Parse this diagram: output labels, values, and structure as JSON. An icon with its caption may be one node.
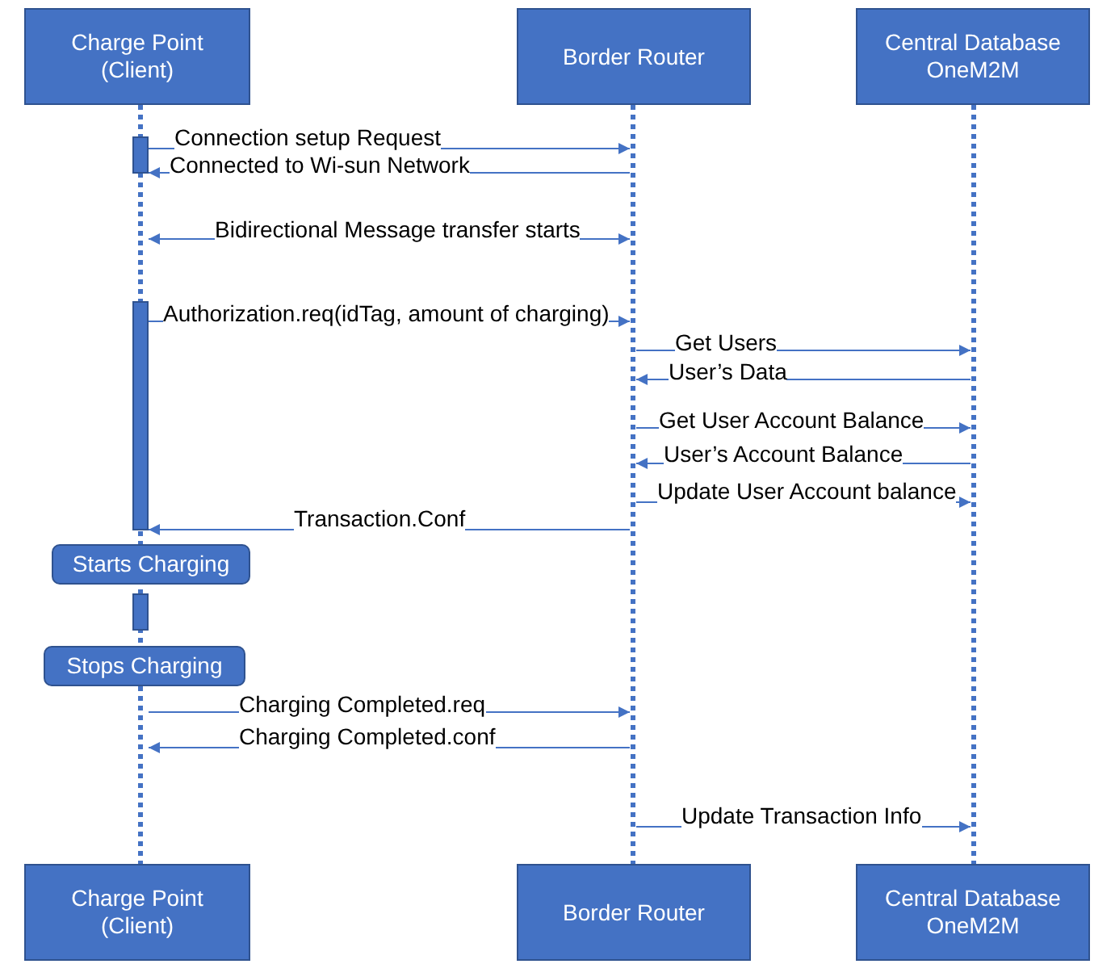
{
  "diagram": {
    "nodes": [
      {
        "text": [
          "Charge Point (Client)"
        ]
      },
      {
        "text": [
          "Border Router"
        ]
      },
      {
        "text": [
          "Central Database OneM2M"
        ]
      },
      {
        "text": [],
        "shape": "line"
      },
      {
        "text": [],
        "shape": "line"
      },
      {
        "text": [],
        "shape": "line"
      },
      {
        "text": [
          "Starts Charging"
        ]
      },
      {
        "text": [
          "Stops Charging"
        ]
      },
      {
        "text": [
          "Charge Point (Client)"
        ]
      },
      {
        "text": [
          "Border Router"
        ]
      },
      {
        "text": [
          "Central Database OneM2M"
        ]
      }
    ],
    "edges": [
      {
        "from": 3,
        "to": 4,
        "arrow": "to",
        "label": "Connection setup Request"
      },
      {
        "from": 4,
        "to": 3,
        "arrow": "to",
        "label": "Connected to Wi-sun Network"
      },
      {
        "from": 3,
        "to": 4,
        "arrow": "both",
        "label": "Bidirectional Message transfer starts"
      },
      {
        "from": 3,
        "to": 4,
        "arrow": "to",
        "label": "Authorization.req(idTag, amount of charging)"
      },
      {
        "from": 4,
        "to": 5,
        "arrow": "to",
        "label": "Get Users"
      },
      {
        "from": 5,
        "to": 4,
        "arrow": "to",
        "label": "User’s Data"
      },
      {
        "from": 4,
        "to": 5,
        "arrow": "to",
        "label": "Get User Account Balance"
      },
      {
        "from": 5,
        "to": 4,
        "arrow": "to",
        "label": "User’s Account Balance"
      },
      {
        "from": 4,
        "to": 5,
        "arrow": "to",
        "label": "Update User Account balance"
      },
      {
        "from": 4,
        "to": 3,
        "arrow": "to",
        "label": "Transaction.Conf"
      },
      {
        "from": 3,
        "to": 4,
        "arrow": "to",
        "label": "Charging Completed.req"
      },
      {
        "from": 4,
        "to": 3,
        "arrow": "to",
        "label": "Charging Completed.conf"
      },
      {
        "from": 4,
        "to": 5,
        "arrow": "to",
        "label": "Update Transaction Info"
      }
    ]
  }
}
